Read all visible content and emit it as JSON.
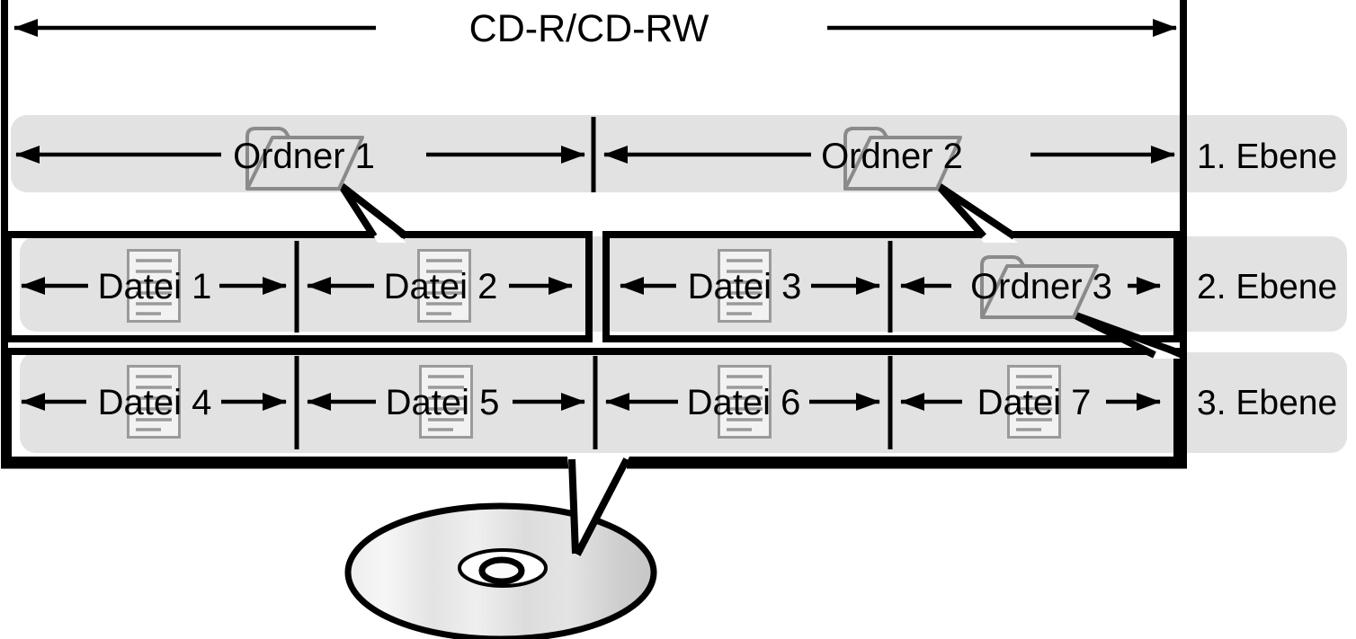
{
  "title": "CD-R/CD-RW",
  "levels": [
    {
      "label": "1. Ebene",
      "items": [
        {
          "type": "folder",
          "label": "Ordner 1"
        },
        {
          "type": "folder",
          "label": "Ordner 2"
        }
      ]
    },
    {
      "label": "2. Ebene",
      "items": [
        {
          "type": "file",
          "label": "Datei 1"
        },
        {
          "type": "file",
          "label": "Datei 2"
        },
        {
          "type": "file",
          "label": "Datei 3"
        },
        {
          "type": "folder",
          "label": "Ordner 3"
        }
      ]
    },
    {
      "label": "3. Ebene",
      "items": [
        {
          "type": "file",
          "label": "Datei 4"
        },
        {
          "type": "file",
          "label": "Datei 5"
        },
        {
          "type": "file",
          "label": "Datei 6"
        },
        {
          "type": "file",
          "label": "Datei 7"
        }
      ]
    }
  ],
  "icons": {
    "folder": "open-folder-outline-icon",
    "file": "document-icon",
    "disc": "compact-disc-icon"
  },
  "colors": {
    "band_gray": "#e2e2e2",
    "icon_gray": "#8a8a8a",
    "doc_line_gray": "#9a9a9a",
    "line_black": "#000000",
    "disc_light": "#f4f4f4",
    "disc_dark": "#c8c8c8"
  }
}
